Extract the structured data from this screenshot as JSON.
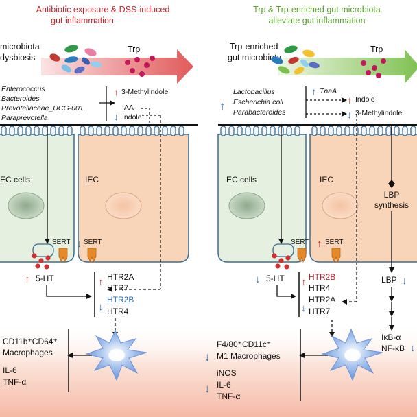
{
  "colors": {
    "red": "#c0282d",
    "green": "#5aa02c",
    "blue": "#2e6eb5",
    "ec_cell": "#e6f0e0",
    "iec_cell": "#f8d4b8",
    "membrane": "#3a6d96",
    "bottom_gradient": "#f7c9b8"
  },
  "left": {
    "title_line1": "Antibiotic exposure & DSS-induced",
    "title_line2": "gut inflammation",
    "microbiota_line1": "microbiota",
    "microbiota_line2": "dysbiosis",
    "trp": "Trp",
    "bacteria": [
      "Enterococcus",
      "Bacteroides",
      "Prevotellaceae_UCG-001",
      "Paraprevotella"
    ],
    "metabolites": [
      "3-Methylindole",
      "IAA",
      "Indole"
    ],
    "ec_cells": "EC cells",
    "iec": "IEC",
    "sert_1": "SERT",
    "sert_2": "SERT",
    "five_ht": "5-HT",
    "receptors": [
      "HTR2A",
      "HTR7",
      "HTR2B",
      "HTR4"
    ],
    "macrophage_line1": "CD11b⁺CD64⁺",
    "macrophage_line2": "Macrophages",
    "cytokines": [
      "IL-6",
      "TNF-α"
    ]
  },
  "right": {
    "title_line1": "Trp & Trp-enriched gut microbiota",
    "title_line2": "alleviate gut inflammation",
    "microbiota_line1": "Trp-enriched",
    "microbiota_line2": "gut microbiota",
    "trp": "Trp",
    "bacteria": [
      "Lactobacillus",
      "Escherichia coli",
      "Parabacteroides"
    ],
    "gene": "TnaA",
    "metabolites": [
      "Indole",
      "3-Methylindole"
    ],
    "ec_cells": "EC cells",
    "iec": "IEC",
    "lbp_line1": "LBP",
    "lbp_line2": "synthesis",
    "sert_1": "SERT",
    "sert_2": "SERT",
    "five_ht": "5-HT",
    "lbp": "LBP",
    "ikba": "IκB-α",
    "nfkb": "NF-κB",
    "receptors": [
      "HTR2B",
      "HTR4",
      "HTR2A",
      "HTR7"
    ],
    "macrophage_line1": "F4/80⁺CD11c⁺",
    "macrophage_line2": "M1 Macrophages",
    "cytokines": [
      "iNOS",
      "IL-6",
      "TNF-α"
    ]
  }
}
